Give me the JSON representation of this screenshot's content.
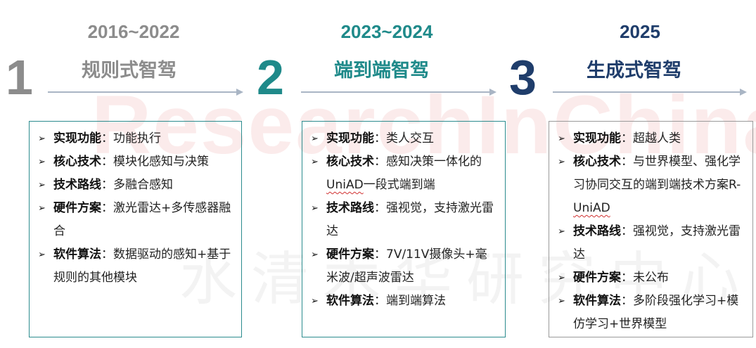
{
  "watermark": {
    "text": "ResearchInChina",
    "text_cn": "水清木华研究中心"
  },
  "colors": {
    "stage1": "#8c8c8c",
    "stage2": "#1f8a8a",
    "stage3": "#1f3d6b",
    "arrow": "#a9b5c4"
  },
  "stages": [
    {
      "years": "2016~2022",
      "number": "1",
      "title": "规则式智驾",
      "items": [
        {
          "label": "实现功能",
          "sep": "：",
          "text": "功能执行"
        },
        {
          "label": "核心技术",
          "sep": "：",
          "text": "模块化感知与决策"
        },
        {
          "label": "技术路线",
          "sep": "：",
          "text": "多融合感知"
        },
        {
          "label": "硬件方案",
          "sep": "：",
          "text": "激光雷达+多传感器融合"
        },
        {
          "label": "软件算法",
          "sep": "：",
          "text": "数据驱动的感知+基于规则的其他模块"
        }
      ]
    },
    {
      "years": "2023~2024",
      "number": "2",
      "title": "端到端智驾",
      "items": [
        {
          "label": "实现功能",
          "sep": "：",
          "text": "类人交互"
        },
        {
          "label": "核心技术",
          "sep": "：",
          "text": "感知决策一体化的",
          "wavy": "UniAD",
          "text_after": "一段式端到端"
        },
        {
          "label": "技术路线",
          "sep": "：",
          "text": "强视觉，支持激光雷达"
        },
        {
          "label": "硬件方案",
          "sep": "：",
          "text": "7V/11V摄像头+毫米波/超声波雷达"
        },
        {
          "label": "软件算法",
          "sep": "：",
          "text": "端到端算法"
        }
      ]
    },
    {
      "years": "2025",
      "number": "3",
      "title": "生成式智驾",
      "items": [
        {
          "label": "实现功能",
          "sep": "：",
          "text": "超越人类"
        },
        {
          "label": "核心技术",
          "sep": "：",
          "text": "与世界模型、强化学习协同交互的端到端技术方案R-",
          "wavy": "UniAD",
          "text_after": ""
        },
        {
          "label": "技术路线",
          "sep": "：",
          "text": "强视觉，支持激光雷达"
        },
        {
          "label": "硬件方案",
          "sep": "：",
          "text": "未公布"
        },
        {
          "label": "软件算法",
          "sep": "：",
          "text": "多阶段强化学习+模仿学习+世界模型"
        }
      ]
    }
  ]
}
